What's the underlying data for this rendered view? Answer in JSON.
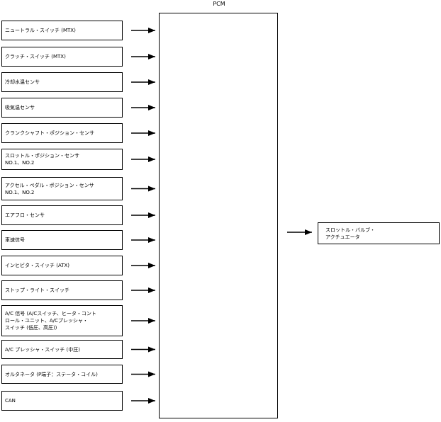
{
  "pcm": {
    "label": "PCM"
  },
  "inputs": [
    {
      "label": "ニュートラル・スイッチ (MTX)"
    },
    {
      "label": "クラッチ・スイッチ (MTX)"
    },
    {
      "label": "冷却水温センサ"
    },
    {
      "label": "吸気温センサ"
    },
    {
      "label": "クランクシャフト・ポジション・センサ"
    },
    {
      "label": "スロットル・ポジション・センサ\nNO.1、NO.2"
    },
    {
      "label": "アクセル・ペダル・ポジション・センサ\nNO.1、NO.2"
    },
    {
      "label": "エアフロ・センサ"
    },
    {
      "label": "車速信号"
    },
    {
      "label": "インヒビタ・スイッチ (ATX)"
    },
    {
      "label": "ストップ・ライト・スイッチ"
    },
    {
      "label": "A/C 信号 (A/Cスイッチ、ヒータ・コント\nロール・ユニット、A/Cプレッシャ・\nスイッチ (低圧、高圧))"
    },
    {
      "label": "A/C プレッシャ・スイッチ (中圧)"
    },
    {
      "label": "オルタネータ (P端子：ステータ・コイル)"
    },
    {
      "label": "CAN"
    }
  ],
  "outputs": [
    {
      "label": "スロットル・バルブ・\nアクチュエータ"
    }
  ]
}
